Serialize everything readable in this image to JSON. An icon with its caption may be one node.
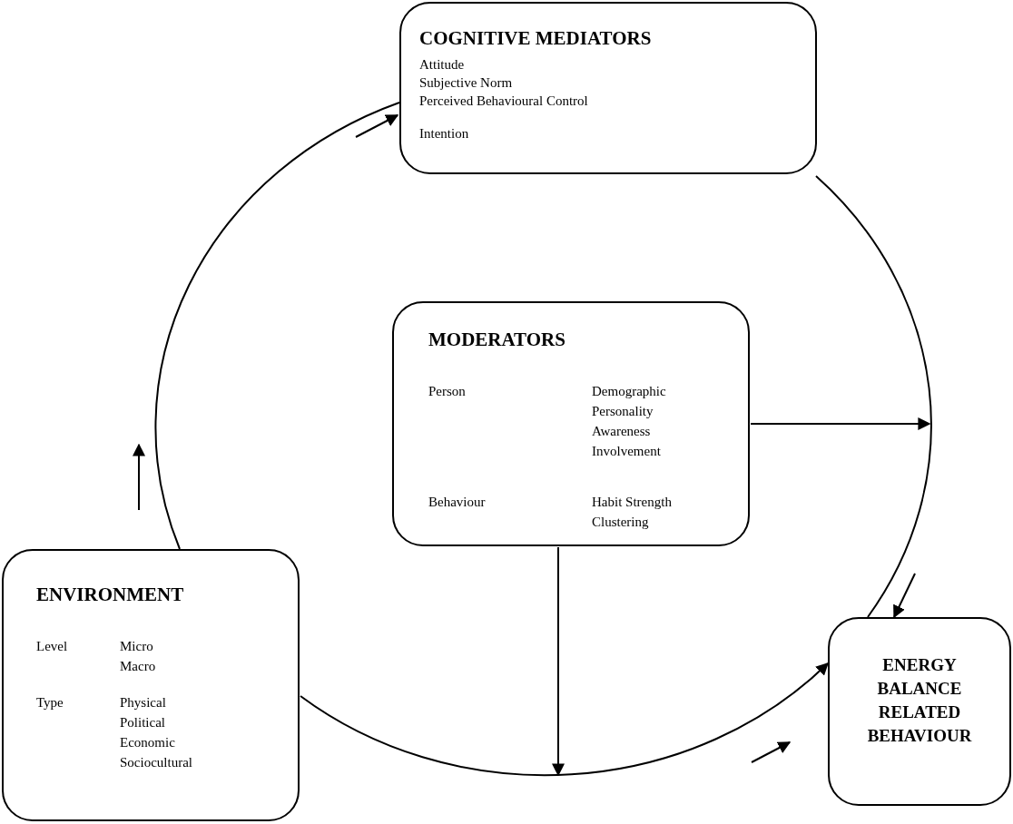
{
  "diagram": {
    "nodes": [
      {
        "text": [
          "COGNITIVE MEDIATORS",
          "Attitude",
          "Subjective Norm",
          "Perceived Behavioural Control",
          "Intention"
        ]
      },
      {
        "text": [
          "MODERATORS",
          "Person",
          "Demographic",
          "Personality",
          "Awareness",
          "Involvement",
          "Behaviour",
          "Habit Strength",
          "Clustering"
        ]
      },
      {
        "text": [
          "ENVIRONMENT",
          "Level",
          "Micro",
          "Macro",
          "Type",
          "Physical",
          "Political",
          "Economic",
          "Sociocultural"
        ]
      },
      {
        "text": [
          "ENERGY BALANCE RELATED BEHAVIOUR"
        ]
      }
    ],
    "edges": [
      {
        "from": 2,
        "to": 0,
        "arrow": "none"
      },
      {
        "from": 0,
        "to": 3,
        "arrow": "none"
      },
      {
        "from": 2,
        "to": 3,
        "arrow": "to"
      },
      {
        "from": 1,
        "to": null,
        "arrow": "to"
      },
      {
        "from": 1,
        "to": null,
        "arrow": "to"
      }
    ]
  }
}
